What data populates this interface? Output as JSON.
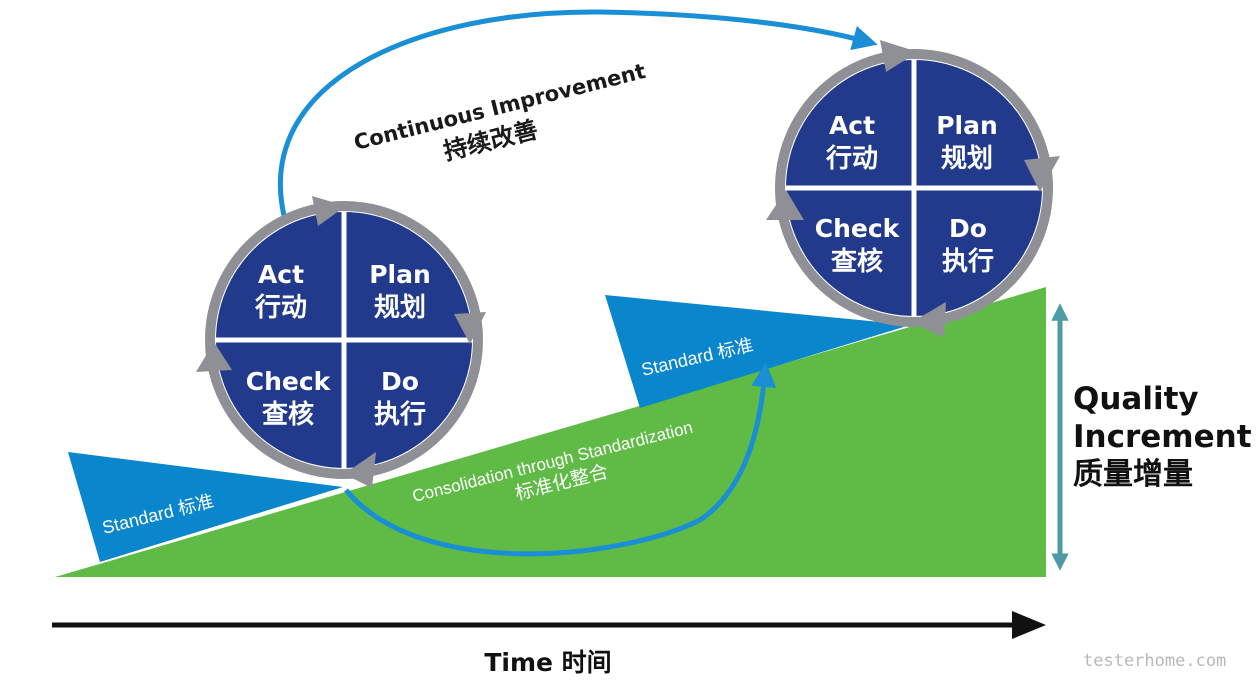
{
  "colors": {
    "wedge_green": "#5fbb46",
    "standard_blue": "#0a86cc",
    "pdca_navy": "#223a8c",
    "arrow_blue": "#1a8fd6",
    "ring_gray": "#8e9096",
    "quality_arrow": "#4e9aa6",
    "time_arrow": "#111111"
  },
  "cycle_left": {
    "act": "Act",
    "act_cn": "行动",
    "plan": "Plan",
    "plan_cn": "规划",
    "check": "Check",
    "check_cn": "查核",
    "do": "Do",
    "do_cn": "执行"
  },
  "cycle_right": {
    "act": "Act",
    "act_cn": "行动",
    "plan": "Plan",
    "plan_cn": "规划",
    "check": "Check",
    "check_cn": "查核",
    "do": "Do",
    "do_cn": "执行"
  },
  "improvement": {
    "en": "Continuous Improvement",
    "cn": "持续改善"
  },
  "standard_left": "Standard 标准",
  "standard_right": "Standard 标准",
  "consolidation": {
    "en": "Consolidation through Standardization",
    "cn": "标准化整合"
  },
  "quality": {
    "line1": "Quality",
    "line2": "Increment",
    "line3": "质量增量"
  },
  "time_label": "Time 时间",
  "watermark": "testerhome.com"
}
